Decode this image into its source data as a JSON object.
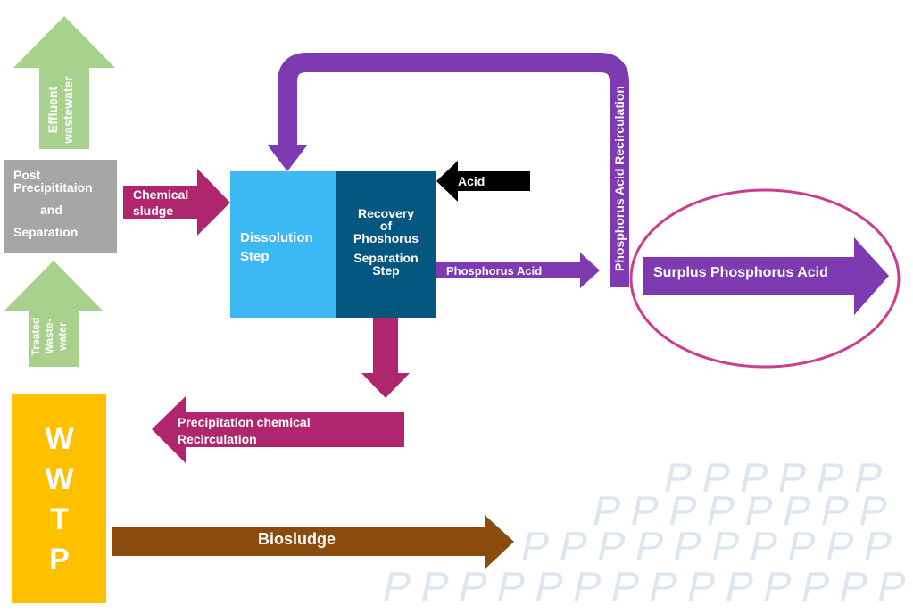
{
  "colors": {
    "green": "#a9d18e",
    "gray": "#a6a6a6",
    "magenta": "#b0266e",
    "lightblue": "#3cb8f5",
    "darkblue": "#065780",
    "purple": "#7e3ab1",
    "black": "#000000",
    "yellow": "#ffc000",
    "brown": "#8b4b0c",
    "ellipse": "#cc3d8e"
  },
  "labels": {
    "effluent": [
      "Effluent",
      "wastewater"
    ],
    "treated": [
      "Treated",
      "Waste-",
      "water"
    ],
    "post": [
      "Post",
      "Precipititaion",
      "and",
      "Separation"
    ],
    "chemical_sludge": [
      "Chemical",
      "sludge"
    ],
    "dissolution": [
      "Dissolution",
      "Step"
    ],
    "recovery": [
      "Recovery",
      "of",
      "Phoshorus",
      "Separation",
      "Step"
    ],
    "acid": "Acid",
    "phosphorus_acid": "Phosphorus Acid",
    "recirculation": "Phosphorus Acid Recirculation",
    "surplus": "Surplus Phosphorus Acid",
    "precip_recirc": [
      "Precipitation chemical",
      "Recirculation"
    ],
    "wwtp": [
      "W",
      "W",
      "T",
      "P"
    ],
    "biosludge": "Biosludge"
  },
  "watermark": "P"
}
